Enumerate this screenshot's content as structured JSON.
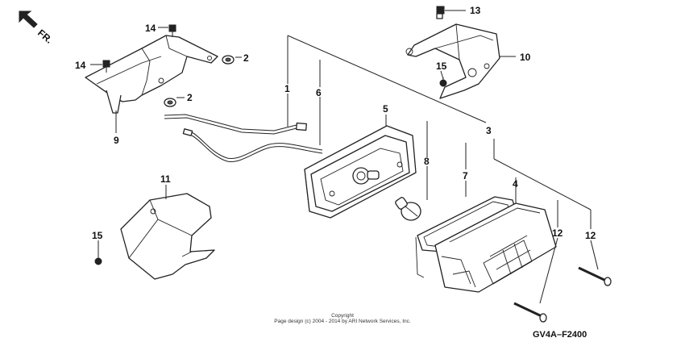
{
  "direction_label": "FR.",
  "diagram_code": "GV4A–F2400",
  "copyright_line1": "Copyright",
  "copyright_line2": "Page design (c) 2004 - 2014 by ARI Network Services, Inc.",
  "callouts": {
    "c1": "1",
    "c2a": "2",
    "c2b": "2",
    "c3": "3",
    "c4": "4",
    "c5": "5",
    "c6": "6",
    "c7": "7",
    "c8": "8",
    "c9": "9",
    "c10": "10",
    "c11": "11",
    "c12a": "12",
    "c12b": "12",
    "c13": "13",
    "c14a": "14",
    "c14b": "14",
    "c15a": "15",
    "c15b": "15"
  }
}
